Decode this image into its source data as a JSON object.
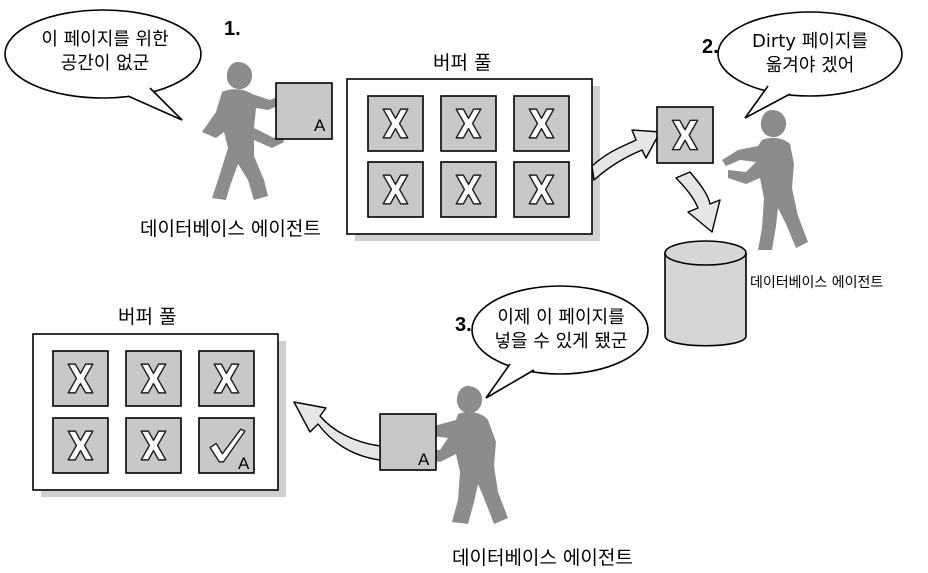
{
  "steps": {
    "one": "1.",
    "two": "2.",
    "three": "3."
  },
  "bubbles": {
    "agent1_line1": "이 페이지를 위한",
    "agent1_line2": "공간이 없군",
    "agent2_line1": "Dirty 페이지를",
    "agent2_line2": "옮겨야 겠어",
    "agent3_line1": "이제 이 페이지를",
    "agent3_line2": "넣을 수 있게 됐군"
  },
  "labels": {
    "buffer_pool_top": "버퍼 풀",
    "buffer_pool_bottom": "버퍼 풀",
    "agent_top_left": "데이터베이스 에이전트",
    "agent_right": "데이터베이스 에이전트",
    "agent_bottom": "데이터베이스 에이전트"
  },
  "pages": {
    "new_page_letter": "A",
    "new_page_letter_bottom": "A",
    "slot_letter": "A"
  },
  "colors": {
    "figure": "#8c8c8c",
    "page_fill": "#c8c8c8",
    "pool_shadow": "#d0d0d0",
    "arrow_fill": "#e0e0e0",
    "cylinder": "#d6d6d6"
  }
}
